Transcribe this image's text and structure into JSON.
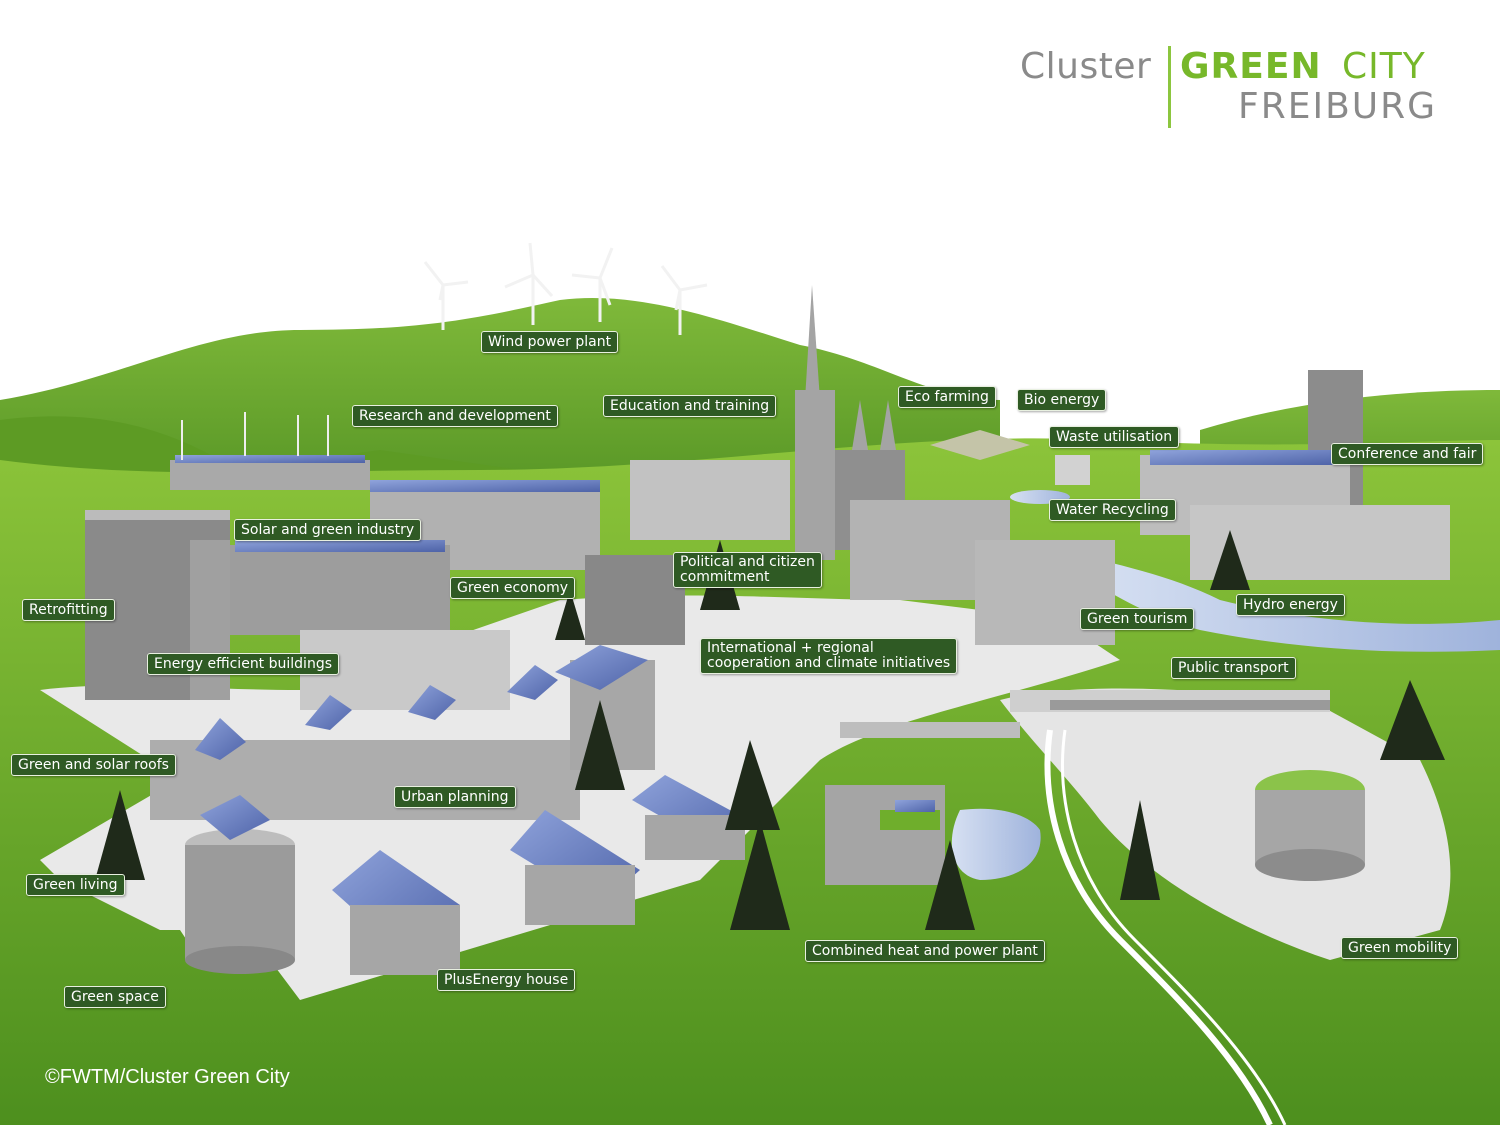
{
  "logo": {
    "cluster": "Cluster",
    "green": "GREEN",
    "city": "CITY",
    "freiburg": "FREIBURG"
  },
  "labels": {
    "wind_power_plant": "Wind power plant",
    "research_and_development": "Research and development",
    "education_and_training": "Education and training",
    "eco_farming": "Eco farming",
    "bio_energy": "Bio energy",
    "waste_utilisation": "Waste utilisation",
    "conference_and_fair": "Conference and fair",
    "water_recycling": "Water Recycling",
    "solar_and_green_industry": "Solar and green industry",
    "political_and_citizen_commitment": "Political and citizen\ncommitment",
    "green_economy": "Green economy",
    "retrofitting": "Retrofitting",
    "green_tourism": "Green tourism",
    "hydro_energy": "Hydro energy",
    "international_cooperation": "International + regional\ncooperation and climate initiatives",
    "energy_efficient_buildings": "Energy efficient buildings",
    "public_transport": "Public transport",
    "green_and_solar_roofs": "Green and solar roofs",
    "urban_planning": "Urban planning",
    "green_living": "Green living",
    "green_mobility": "Green mobility",
    "combined_heat_and_power_plant": "Combined heat and power plant",
    "plusenergy_house": "PlusEnergy house",
    "green_space": "Green space"
  },
  "copyright": "©FWTM/Cluster Green City",
  "colors": {
    "grass": "#6fae2c",
    "grass_dark": "#3f7d1a",
    "label_bg": "#2f5a24",
    "logo_green": "#77b82a",
    "logo_gray": "#8a8a8a",
    "solar_panel": "#6f86c8",
    "building": "#9a9a9a",
    "water": "#b8c8e8"
  }
}
